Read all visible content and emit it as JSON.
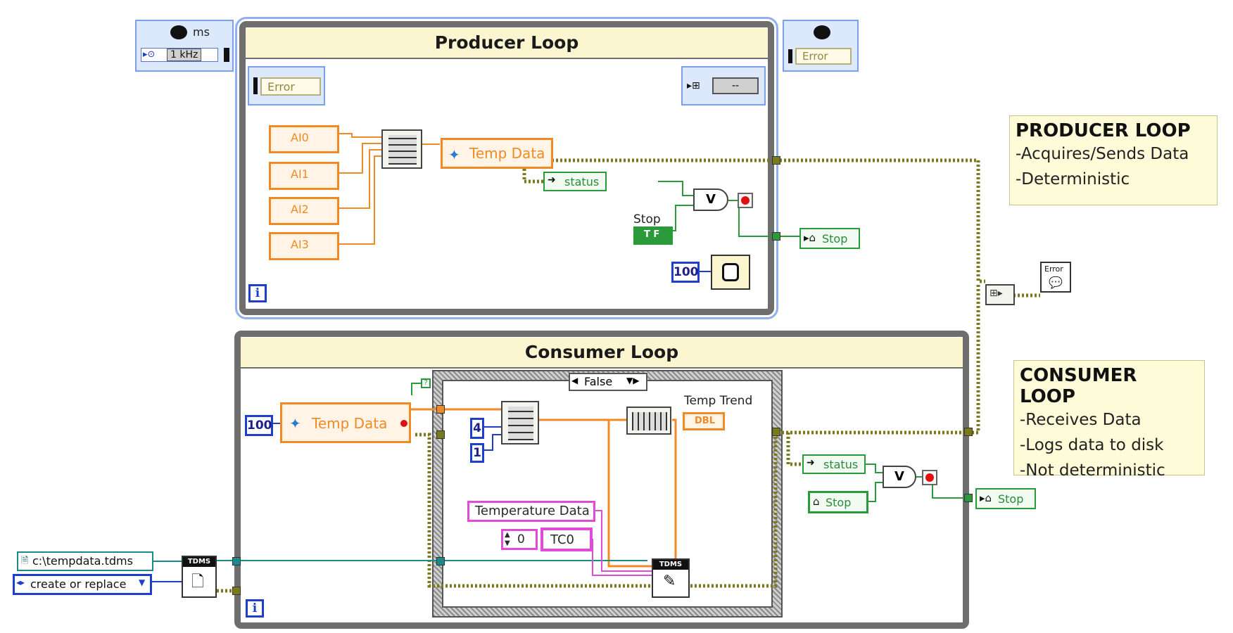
{
  "producer": {
    "title": "Producer Loop",
    "error_label": "Error",
    "queue_dashes": "--",
    "channels": [
      "AI0",
      "AI1",
      "AI2",
      "AI3"
    ],
    "enqueue_label": "Temp Data",
    "status_label": "status",
    "stop_label": "Stop",
    "stop_bool": "T F",
    "wait_ms": "100",
    "stop_local": "Stop",
    "iteration": "i"
  },
  "timing": {
    "unit": "ms",
    "rate": "1 kHz"
  },
  "outer_error": {
    "label": "Error"
  },
  "consumer": {
    "title": "Consumer Loop",
    "timeout": "100",
    "dequeue_label": "Temp Data",
    "case_selector": "False",
    "reshape_rows": "4",
    "reshape_cols": "1",
    "temp_trend": "Temp Trend",
    "trend_type": "DBL",
    "group_name": "Temperature Data",
    "channel_index": "0",
    "channel_name": "TC0",
    "status_label": "status",
    "stop_local_in": "Stop",
    "stop_local_out": "Stop",
    "iteration": "i"
  },
  "tdms": {
    "file_path": "c:\\tempdata.tdms",
    "operation": "create or replace",
    "badge": "TDMS"
  },
  "notes": {
    "producer": {
      "title": "PRODUCER LOOP",
      "lines": [
        "-Acquires/Sends Data",
        "-Deterministic"
      ]
    },
    "consumer": {
      "title": "CONSUMER LOOP",
      "lines": [
        "-Receives Data",
        "-Logs data to disk",
        "-Not deterministic"
      ]
    }
  },
  "error_dialog_label": "Error",
  "colors": {
    "error_wire": "#7a7a1c",
    "dbl_wire": "#f08a24",
    "bool_wire": "#2b9a3a",
    "path_wire": "#1a8a8a",
    "string_wire": "#e24bd8",
    "int_wire": "#1f3ec9",
    "loop_border": "#6e6e6e",
    "title_bar": "#fbf6d0"
  }
}
